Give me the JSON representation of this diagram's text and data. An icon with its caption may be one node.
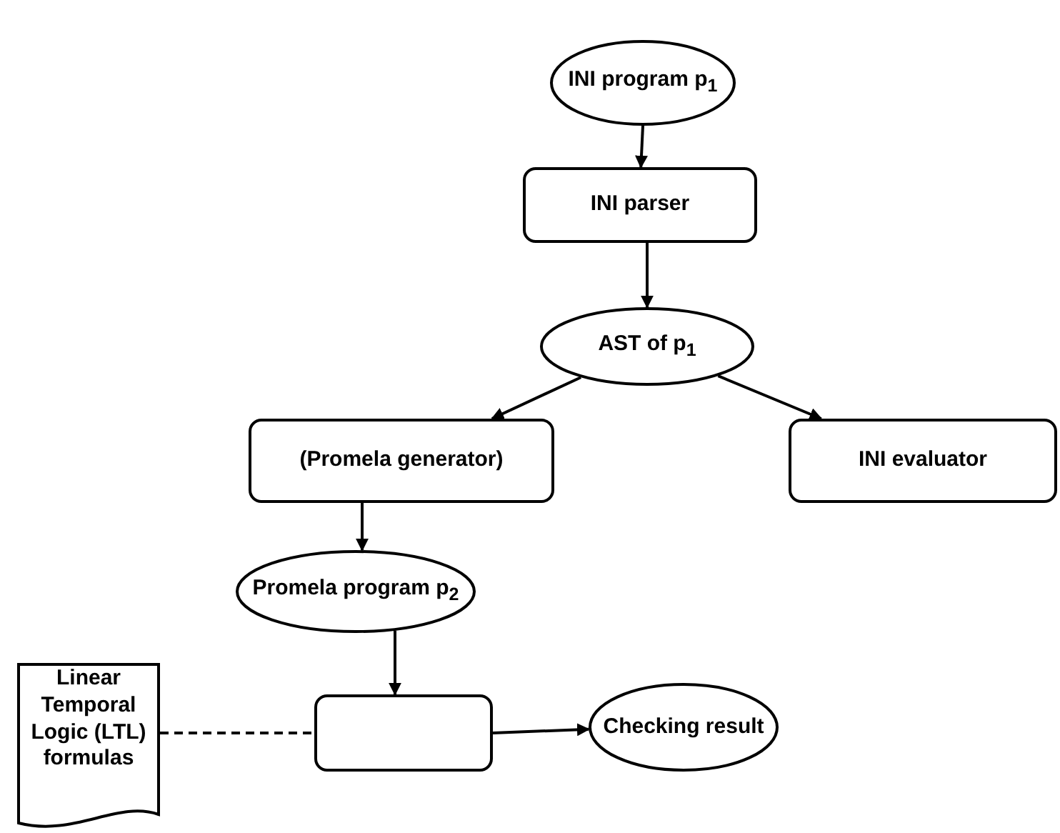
{
  "diagram": {
    "nodes": [
      {
        "text": [
          "INI program p$_{1}$"
        ]
      },
      {
        "text": [
          "INI parser"
        ]
      },
      {
        "text": [
          "AST of p$_{1}$"
        ]
      },
      {
        "text": [
          "(Promela generator)"
        ]
      },
      {
        "text": [
          "INI evaluator"
        ]
      },
      {
        "text": [
          "Promela program p$_{2}$"
        ]
      },
      {
        "text": [],
        "shape": "box"
      },
      {
        "text": [
          "Checking result"
        ]
      },
      {
        "text": [
          "Linear Temporal Logic (LTL) formulas"
        ]
      }
    ],
    "edges": [
      {
        "from": 0,
        "to": 1,
        "arrow": "to"
      },
      {
        "from": 1,
        "to": 2,
        "arrow": "to"
      },
      {
        "from": 2,
        "to": 3,
        "arrow": "to"
      },
      {
        "from": 2,
        "to": 4,
        "arrow": "to"
      },
      {
        "from": 3,
        "to": 5,
        "arrow": "to"
      },
      {
        "from": 5,
        "to": 6,
        "arrow": "to"
      },
      {
        "from": 8,
        "to": 6,
        "arrow": "none",
        "style": "dashed"
      },
      {
        "from": 6,
        "to": 7,
        "arrow": "to"
      }
    ]
  }
}
